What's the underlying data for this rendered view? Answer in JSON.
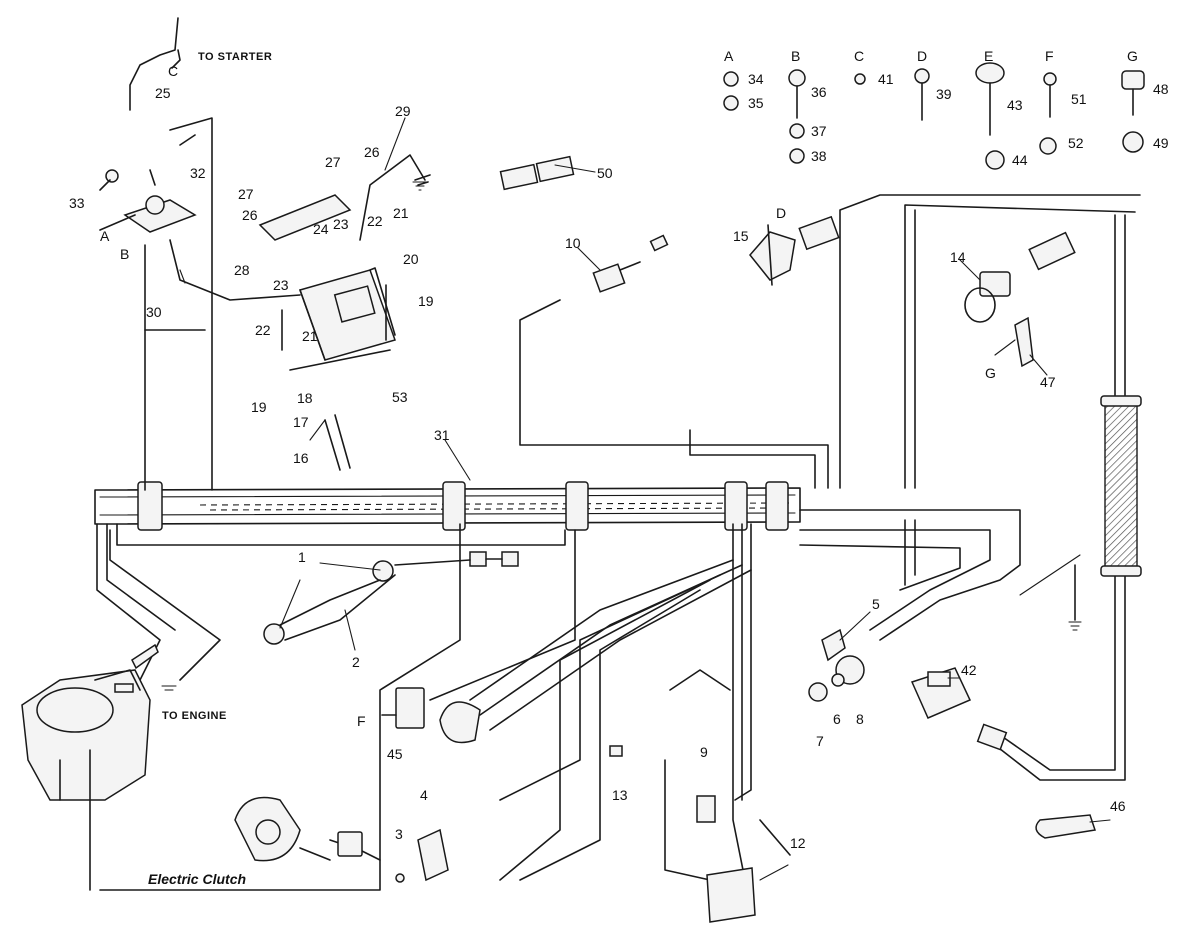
{
  "texts": {
    "to_starter": "TO STARTER",
    "to_engine": "TO ENGINE",
    "electric_clutch": "Electric Clutch"
  },
  "callouts": [
    {
      "id": "1",
      "text": "1"
    },
    {
      "id": "2",
      "text": "2"
    },
    {
      "id": "3",
      "text": "3"
    },
    {
      "id": "4",
      "text": "4"
    },
    {
      "id": "5",
      "text": "5"
    },
    {
      "id": "6",
      "text": "6"
    },
    {
      "id": "7",
      "text": "7"
    },
    {
      "id": "8",
      "text": "8"
    },
    {
      "id": "9",
      "text": "9"
    },
    {
      "id": "10",
      "text": "10"
    },
    {
      "id": "12",
      "text": "12"
    },
    {
      "id": "13",
      "text": "13"
    },
    {
      "id": "14",
      "text": "14"
    },
    {
      "id": "15",
      "text": "15"
    },
    {
      "id": "16",
      "text": "16"
    },
    {
      "id": "17",
      "text": "17"
    },
    {
      "id": "18",
      "text": "18"
    },
    {
      "id": "19a",
      "text": "19"
    },
    {
      "id": "19b",
      "text": "19"
    },
    {
      "id": "20",
      "text": "20"
    },
    {
      "id": "21a",
      "text": "21"
    },
    {
      "id": "21b",
      "text": "21"
    },
    {
      "id": "22a",
      "text": "22"
    },
    {
      "id": "22b",
      "text": "22"
    },
    {
      "id": "23a",
      "text": "23"
    },
    {
      "id": "23b",
      "text": "23"
    },
    {
      "id": "24",
      "text": "24"
    },
    {
      "id": "25",
      "text": "25"
    },
    {
      "id": "26a",
      "text": "26"
    },
    {
      "id": "26b",
      "text": "26"
    },
    {
      "id": "27a",
      "text": "27"
    },
    {
      "id": "27b",
      "text": "27"
    },
    {
      "id": "28",
      "text": "28"
    },
    {
      "id": "29",
      "text": "29"
    },
    {
      "id": "30",
      "text": "30"
    },
    {
      "id": "31",
      "text": "31"
    },
    {
      "id": "32",
      "text": "32"
    },
    {
      "id": "33",
      "text": "33"
    },
    {
      "id": "34",
      "text": "34"
    },
    {
      "id": "35",
      "text": "35"
    },
    {
      "id": "36",
      "text": "36"
    },
    {
      "id": "37",
      "text": "37"
    },
    {
      "id": "38",
      "text": "38"
    },
    {
      "id": "39",
      "text": "39"
    },
    {
      "id": "41",
      "text": "41"
    },
    {
      "id": "42",
      "text": "42"
    },
    {
      "id": "43",
      "text": "43"
    },
    {
      "id": "44",
      "text": "44"
    },
    {
      "id": "45",
      "text": "45"
    },
    {
      "id": "46",
      "text": "46"
    },
    {
      "id": "47",
      "text": "47"
    },
    {
      "id": "48",
      "text": "48"
    },
    {
      "id": "49",
      "text": "49"
    },
    {
      "id": "50",
      "text": "50"
    },
    {
      "id": "51",
      "text": "51"
    },
    {
      "id": "52",
      "text": "52"
    },
    {
      "id": "53",
      "text": "53"
    }
  ],
  "letters": [
    {
      "id": "A-top",
      "text": "A"
    },
    {
      "id": "B-top",
      "text": "B"
    },
    {
      "id": "C-top",
      "text": "C"
    },
    {
      "id": "D-top",
      "text": "D"
    },
    {
      "id": "E-top",
      "text": "E"
    },
    {
      "id": "F-top",
      "text": "F"
    },
    {
      "id": "G-top",
      "text": "G"
    },
    {
      "id": "A-left",
      "text": "A"
    },
    {
      "id": "B-left",
      "text": "B"
    },
    {
      "id": "C-starter",
      "text": "C"
    },
    {
      "id": "D-15",
      "text": "D"
    },
    {
      "id": "F-45",
      "text": "F"
    },
    {
      "id": "G-47",
      "text": "G"
    }
  ]
}
